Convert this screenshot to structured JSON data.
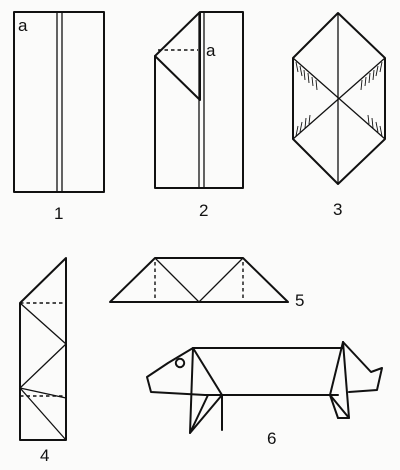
{
  "steps": [
    {
      "label": "1",
      "marker": "a"
    },
    {
      "label": "2",
      "marker": "a"
    },
    {
      "label": "3"
    },
    {
      "label": "4"
    },
    {
      "label": "5"
    },
    {
      "label": "6"
    }
  ]
}
